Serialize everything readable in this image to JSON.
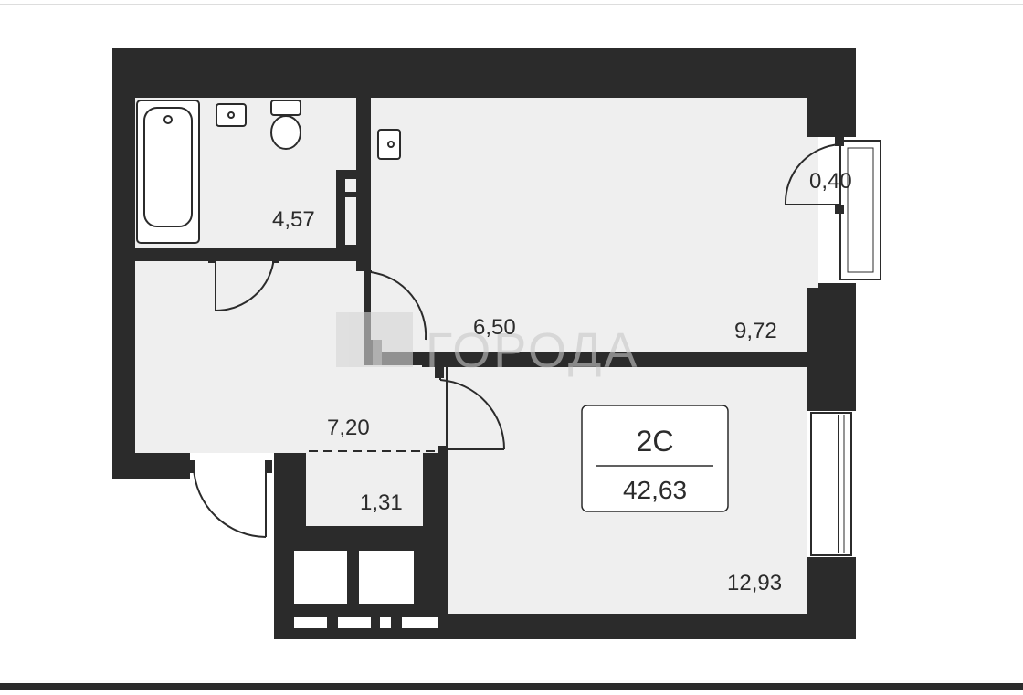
{
  "plan": {
    "rooms": [
      {
        "id": "bathroom",
        "area": "4,57"
      },
      {
        "id": "kitchen",
        "area": "6,50"
      },
      {
        "id": "living",
        "area": "9,72"
      },
      {
        "id": "balcony",
        "area": "0,40"
      },
      {
        "id": "hallway",
        "area": "7,20"
      },
      {
        "id": "storage",
        "area": "1,31"
      },
      {
        "id": "bedroom",
        "area": "12,93"
      }
    ],
    "unit_type": "2С",
    "total_area": "42,63",
    "watermark": "ГОРОДА"
  },
  "colors": {
    "wall": "#2b2b2b",
    "floor": "#efefef",
    "text": "#2b2b2b",
    "watermark": "#c8c8c8",
    "background": "#ffffff"
  }
}
